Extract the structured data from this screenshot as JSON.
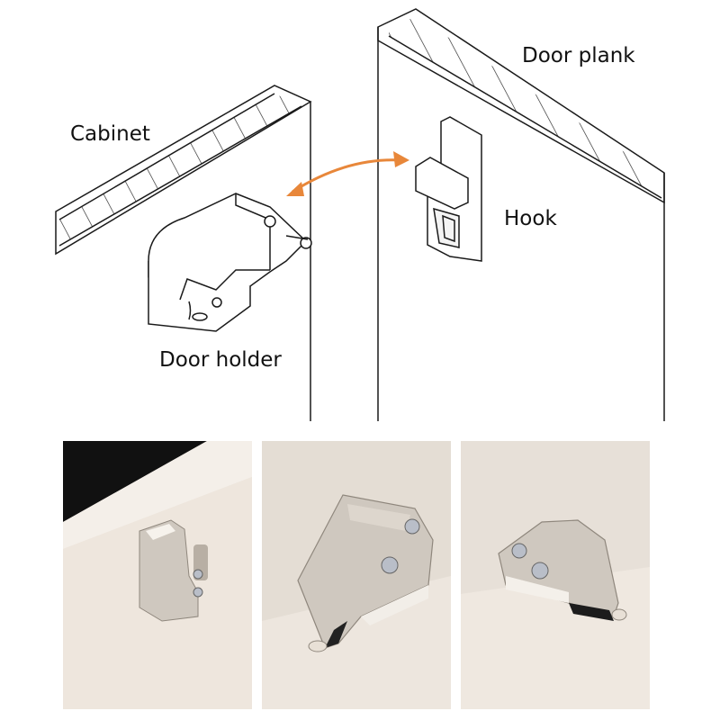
{
  "labels": {
    "cabinet": "Cabinet",
    "door_plank": "Door plank",
    "hook": "Hook",
    "door_holder": "Door holder"
  },
  "colors": {
    "line": "#1a1a1a",
    "arrow": "#e8873a",
    "wall_left": "#f1ece6",
    "wall_mid": "#ece6de",
    "wall_right": "#e6e1db",
    "metal": "#cfc8bf",
    "metal_dark": "#8f877d",
    "screw": "#b9bec8"
  },
  "photos": [
    {
      "name": "photo-1",
      "description_icon": "latch-photo-icon"
    },
    {
      "name": "photo-2",
      "description_icon": "latch-closeup-photo-icon"
    },
    {
      "name": "photo-3",
      "description_icon": "latch-front-photo-icon"
    }
  ]
}
